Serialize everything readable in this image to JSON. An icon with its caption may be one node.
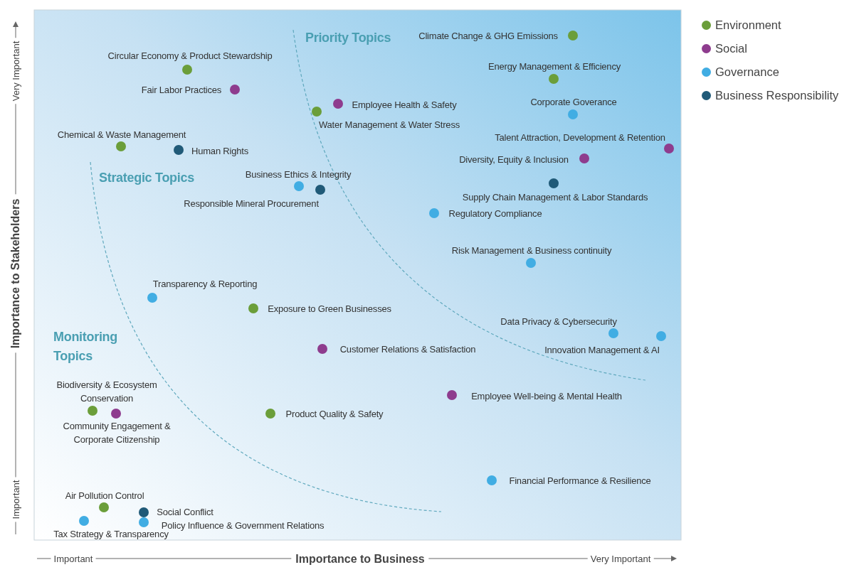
{
  "diagram": {
    "labels": [
      "Priority Topics",
      "Climate Change & GHG Emissions",
      "Circular Economy & Product Stewardship",
      "Energy Management & Efficiency",
      "Fair Labor Practices",
      "Employee Health & Safety",
      "Corporate Goverance",
      "Water Management & Water Stress",
      "Chemical & Waste Management",
      "Talent Attraction, Development & Retention",
      "Human Rights",
      "Diversity, Equity & Inclusion",
      "Business Ethics & Integrity",
      "Strategic Topics",
      "Supply Chain Management & Labor Standards",
      "Responsible Mineral Procurement",
      "Regulatory Compliance",
      "Risk Management & Business continuity",
      "Transparency & Reporting",
      "Exposure to Green Businesses",
      "Data Privacy & Cybersecurity",
      "Monitoring Topics",
      "Customer Relations & Satisfaction",
      "Innovation Management & AI",
      "Biodiversity & Ecosystem Conservation",
      "Employee Well-being & Mental Health",
      "Product Quality & Safety",
      "Community Engagement & Corporate Citizenship",
      "Financial Performance & Resilience",
      "Air Pollution Control",
      "Social Conflict",
      "Policy Influence & Government Relations",
      "Tax Strategy & Transparency",
      "Very Important",
      "Importance to Stakeholders",
      "Important",
      "Important",
      "Importance to Business",
      "Very Important"
    ],
    "legend": [
      {
        "text": "Environment",
        "color": "#6b9e3a"
      },
      {
        "text": "Social",
        "color": "#8e3c8e"
      },
      {
        "text": "Governance",
        "color": "#41ade3"
      },
      {
        "text": "Business Responsibility",
        "color": "#205a78"
      }
    ]
  }
}
